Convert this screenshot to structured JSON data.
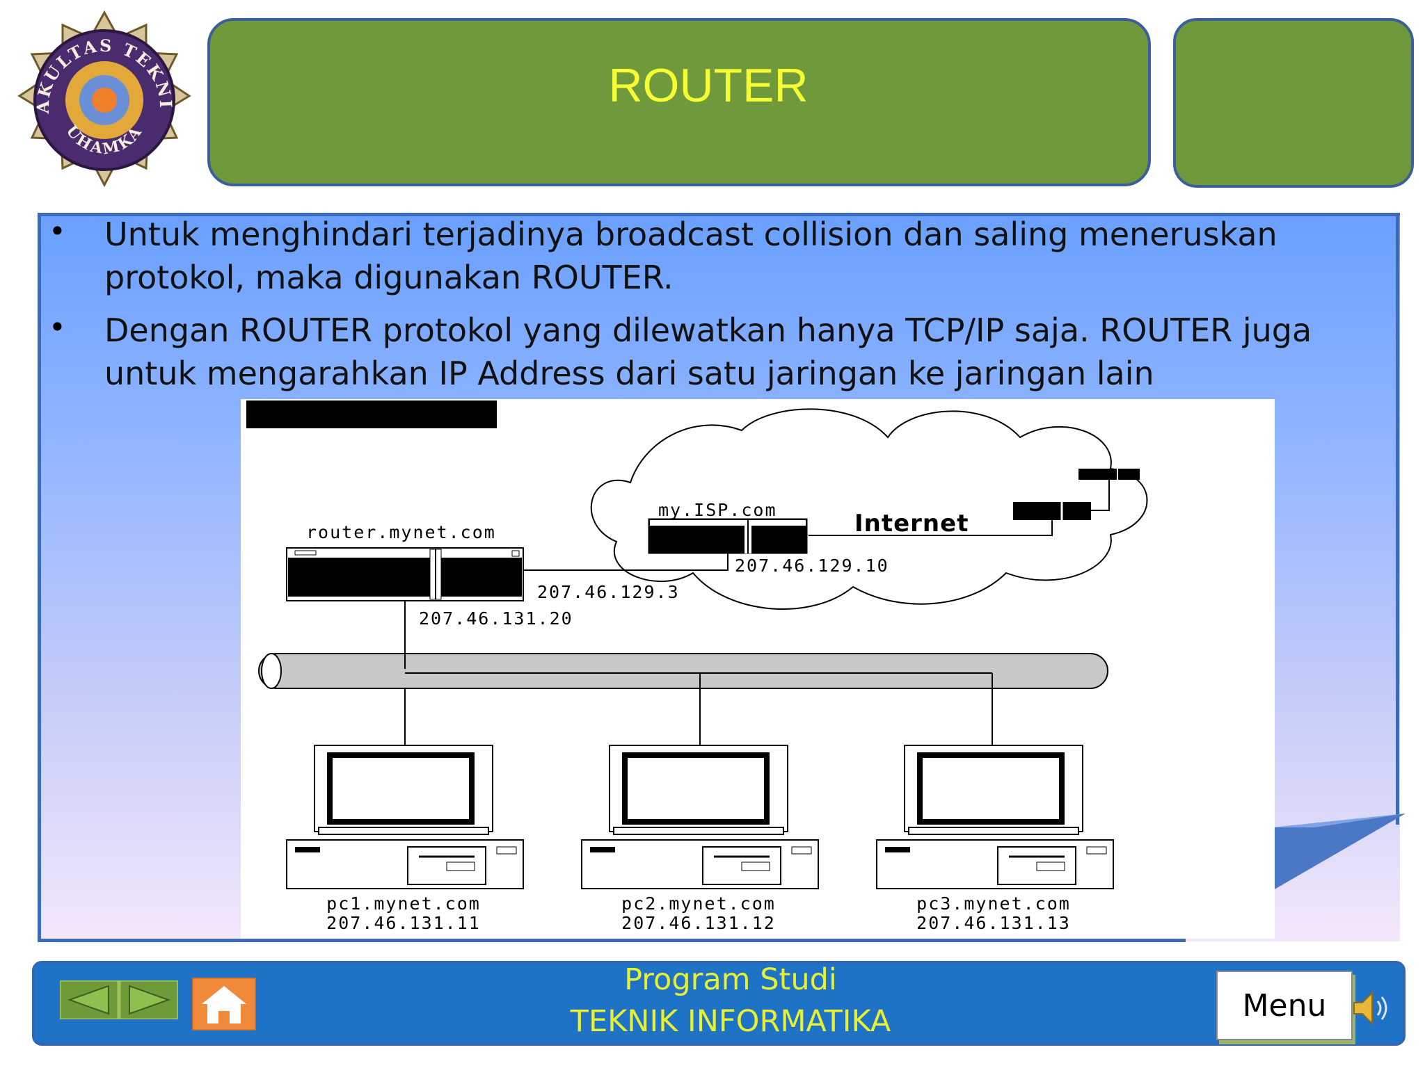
{
  "slide": {
    "title": "ROUTER",
    "bullets": [
      "Untuk menghindari terjadinya broadcast collision dan saling meneruskan protokol, maka digunakan ROUTER.",
      "Dengan ROUTER protokol yang dilewatkan hanya TCP/IP saja. ROUTER juga untuk mengarahkan IP Address dari satu jaringan ke jaringan lain"
    ]
  },
  "logo": {
    "top_text": "FAKULTAS TEKNIK",
    "bottom_text": "UHAMKA"
  },
  "diagram": {
    "router_name": "router.mynet.com",
    "router_wan_ip": "207.46.129.3",
    "router_lan_ip": "207.46.131.20",
    "isp_name": "my.ISP.com",
    "isp_ip": "207.46.129.10",
    "internet_label": "Internet",
    "pcs": [
      {
        "name": "pc1.mynet.com",
        "ip": "207.46.131.11"
      },
      {
        "name": "pc2.mynet.com",
        "ip": "207.46.131.12"
      },
      {
        "name": "pc3.mynet.com",
        "ip": "207.46.131.13"
      }
    ]
  },
  "footer": {
    "line1": "Program  Studi",
    "line2": "TEKNIK  INFORMATIKA",
    "menu_label": "Menu"
  },
  "icons": {
    "prev": "arrow-left-icon",
    "next": "arrow-right-icon",
    "home": "home-icon",
    "sound": "speaker-icon"
  },
  "colors": {
    "title_bg": "#70993b",
    "title_text": "#f6ff33",
    "footer_bg": "#1f73c6",
    "footer_text": "#e8f032",
    "panel_border": "#3d6bb5"
  }
}
